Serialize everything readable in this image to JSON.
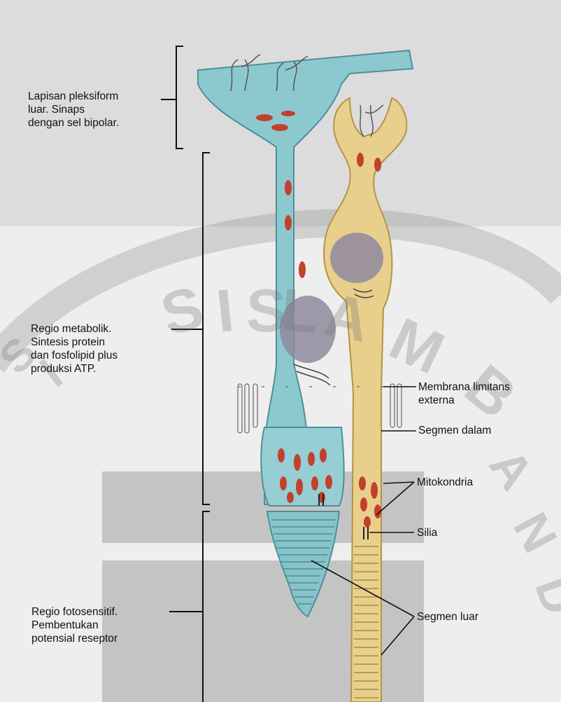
{
  "labels": {
    "outer_plexiform": [
      "Lapisan pleksiform",
      "luar. Sinaps",
      "dengan sel bipolar."
    ],
    "metabolic_region": [
      "Regio metabolik.",
      "Sintesis protein",
      "dan fosfolipid plus",
      "produksi ATP."
    ],
    "photosensitive_region": [
      "Regio fotosensitif.",
      "Pembentukan",
      "potensial reseptor"
    ],
    "external_limiting_membrane": [
      "Membrana limitans",
      "externa"
    ],
    "inner_segment": "Segmen dalam",
    "mitochondria": "Mitokondria",
    "cilia": "Silia",
    "outer_segment": "Segmen luar"
  },
  "watermark": {
    "letters": [
      "S",
      "I",
      "S",
      "I",
      "S",
      "L",
      "A",
      "M",
      "B",
      "A",
      "N",
      "D"
    ]
  },
  "colors": {
    "rod_cell": "#8cc9cf",
    "cone_cell": "#e8cf8c",
    "mitochondria": "#c2412d",
    "nucleus": "#8f8a9e"
  }
}
